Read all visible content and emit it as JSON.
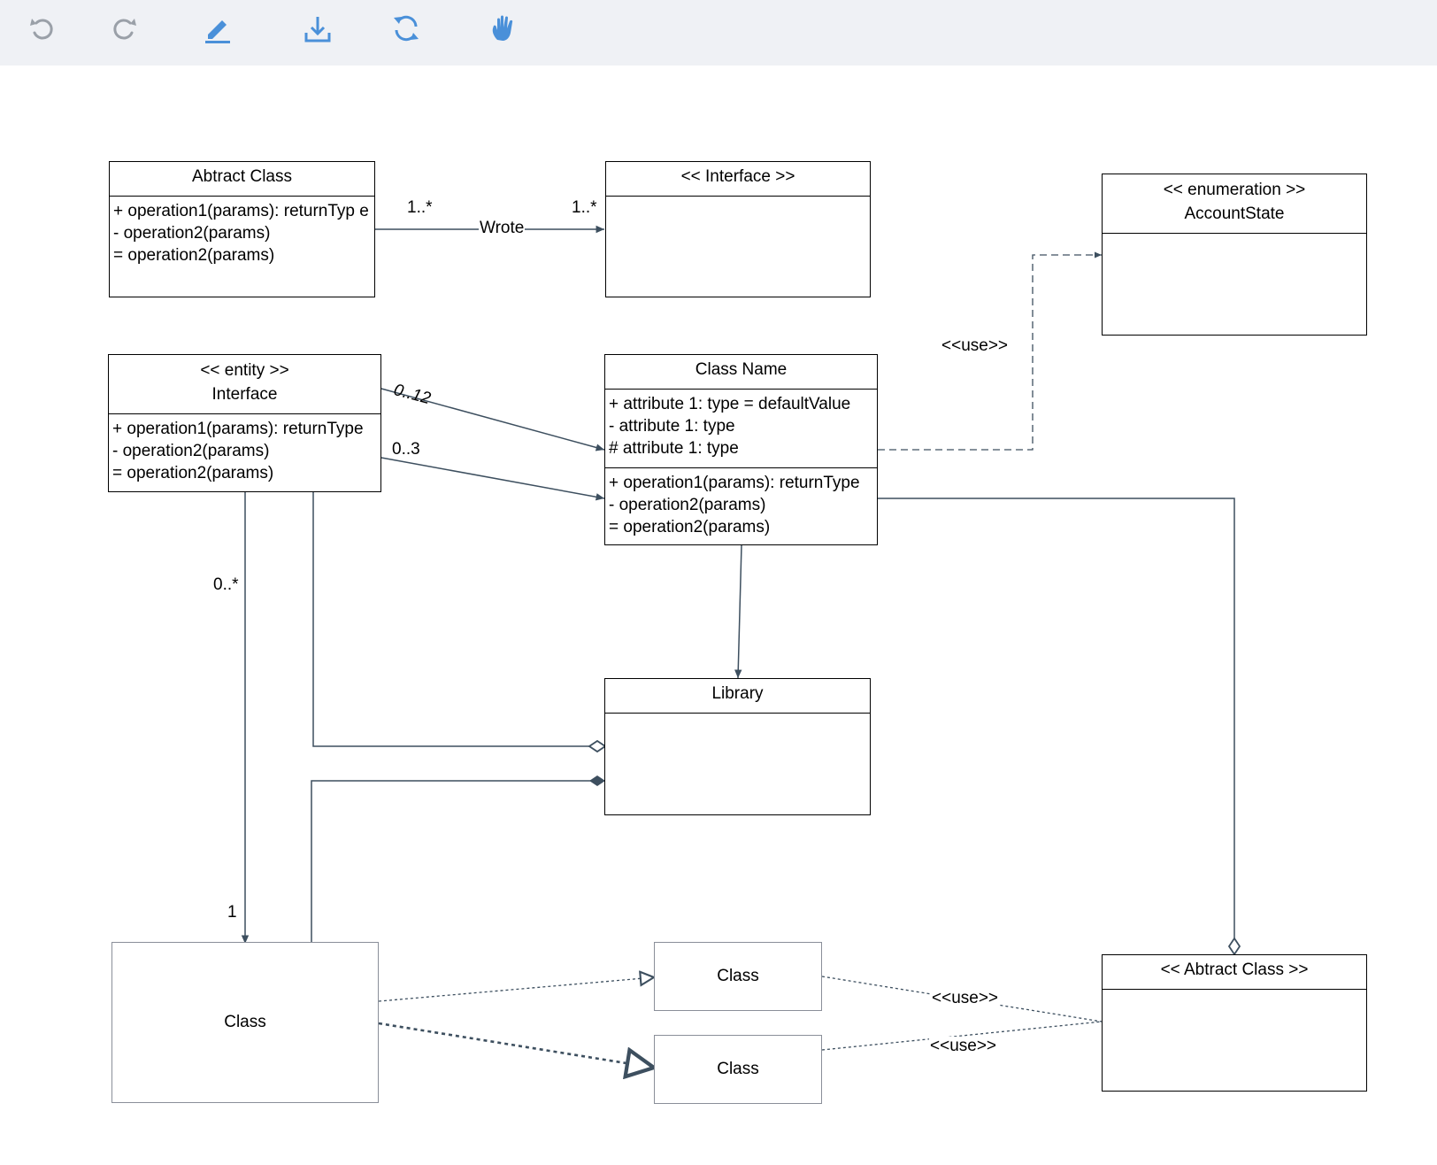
{
  "toolbar": {
    "tools": [
      {
        "name": "undo-icon",
        "color": "#9aa0a8"
      },
      {
        "name": "redo-icon",
        "color": "#9aa0a8"
      },
      {
        "name": "pencil-icon",
        "color": "#4a90d9"
      },
      {
        "name": "download-icon",
        "color": "#4a90d9"
      },
      {
        "name": "refresh-icon",
        "color": "#4a90d9"
      },
      {
        "name": "hand-icon",
        "color": "#4a90d9"
      }
    ]
  },
  "colors": {
    "toolbar_bg": "#eff1f5",
    "edge": "#3d4f5f",
    "box_border": "#000000",
    "simple_border": "#8a8f99"
  },
  "nodes": {
    "abstract_class": {
      "title": "Abtract Class",
      "operations": [
        "+ operation1(params): returnTyp e",
        "- operation2(params)",
        "= operation2(params)"
      ]
    },
    "interface_top": {
      "title": "<< Interface >>"
    },
    "enumeration": {
      "stereotype": "<< enumeration >>",
      "title": "AccountState"
    },
    "entity_interface": {
      "stereotype": "<< entity >>",
      "title": "Interface",
      "operations": [
        "+ operation1(params): returnType",
        "- operation2(params)",
        "= operation2(params)"
      ]
    },
    "class_name": {
      "title": "Class Name",
      "attributes": [
        "+ attribute 1: type = defaultValue",
        "- attribute 1: type",
        "# attribute 1: type"
      ],
      "operations": [
        "+ operation1(params): returnType",
        "- operation2(params)",
        "= operation2(params)"
      ]
    },
    "library": {
      "title": "Library"
    },
    "class_big": {
      "label": "Class"
    },
    "class_mid_top": {
      "label": "Class"
    },
    "class_mid_bottom": {
      "label": "Class"
    },
    "abstract_class_bottom": {
      "title": "<< Abtract Class >>"
    }
  },
  "edge_labels": {
    "wrote_source_mult": "1..*",
    "wrote": "Wrote",
    "wrote_target_mult": "1..*",
    "use_enum": "<<use>>",
    "mult_012": "0..12",
    "mult_03": "0..3",
    "mult_0star": "0..*",
    "mult_1": "1",
    "use_top": "<<use>>",
    "use_bottom": "<<use>>"
  }
}
